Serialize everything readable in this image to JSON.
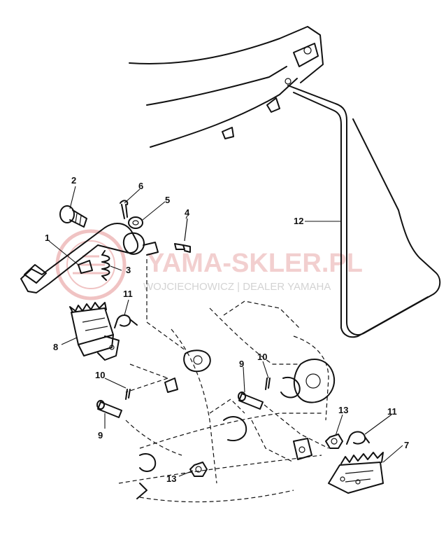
{
  "watermark": {
    "main": "YAMA-SKLER.PL",
    "sub": "WOJCIECHOWICZ | DEALER YAMAHA",
    "color": "#e9a8a8"
  },
  "callouts": {
    "c1": "1",
    "c2": "2",
    "c3": "3",
    "c4": "4",
    "c5": "5",
    "c6": "6",
    "c7": "7",
    "c8": "8",
    "c9a": "9",
    "c9b": "9",
    "c10a": "10",
    "c10b": "10",
    "c11a": "11",
    "c11b": "11",
    "c12": "12",
    "c13a": "13",
    "c13b": "13"
  }
}
